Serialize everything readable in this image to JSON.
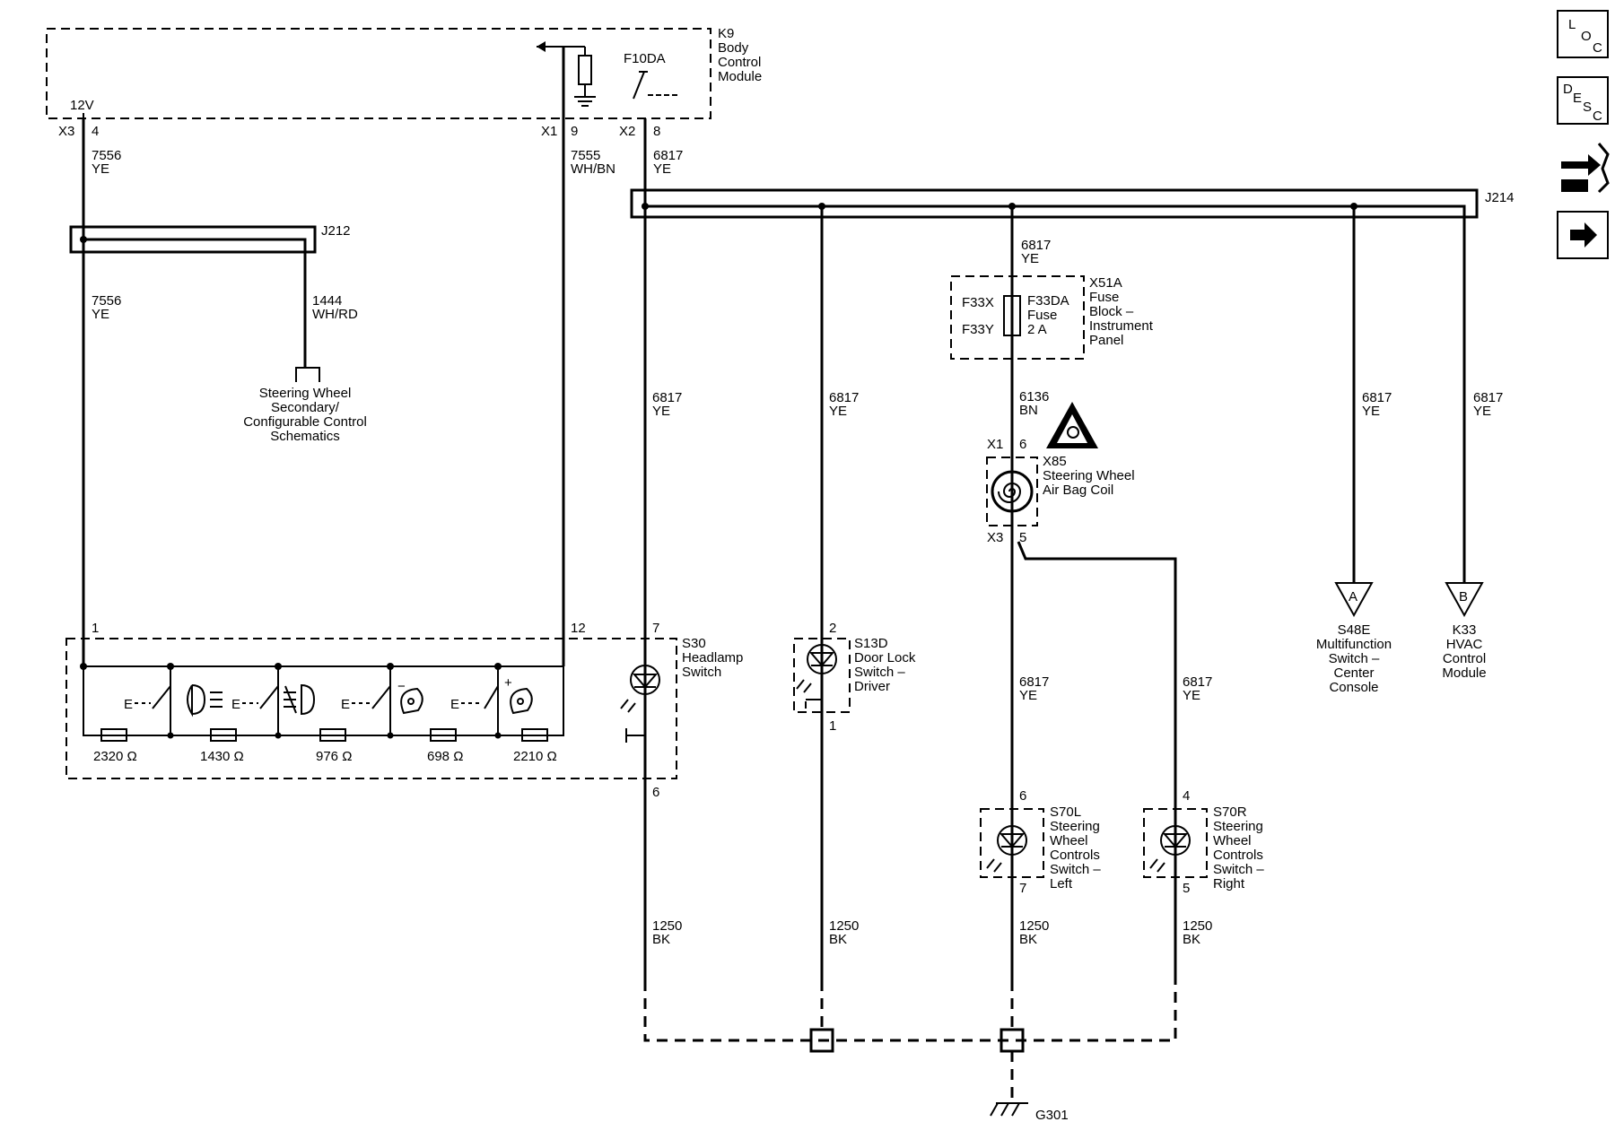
{
  "k9": {
    "ref": "K9",
    "line1": "Body",
    "line2": "Control",
    "line3": "Module",
    "v12": "12V",
    "fuse": "F10DA"
  },
  "conn": {
    "x3": "X3",
    "x1": "X1",
    "x2": "X2",
    "x1b": "X1",
    "x3b": "X3"
  },
  "pins": {
    "p4": "4",
    "p9": "9",
    "p8": "8",
    "p1": "1",
    "p12": "12",
    "p7": "7",
    "p6": "6",
    "p2": "2",
    "p1b": "1",
    "x85_6": "6",
    "x85_5": "5",
    "s70l_6": "6",
    "s70l_7": "7",
    "s70r_4": "4",
    "s70r_5": "5"
  },
  "wires": [
    {
      "num": "7556",
      "color": "YE"
    },
    {
      "num": "7555",
      "color": "WH/BN"
    },
    {
      "num": "6817",
      "color": "YE"
    },
    {
      "num": "7556",
      "color": "YE"
    },
    {
      "num": "1444",
      "color": "WH/RD"
    },
    {
      "num": "6817",
      "color": "YE"
    },
    {
      "num": "6136",
      "color": "BN"
    },
    {
      "num": "6817",
      "color": "YE"
    },
    {
      "num": "6817",
      "color": "YE"
    },
    {
      "num": "6817",
      "color": "YE"
    },
    {
      "num": "6817",
      "color": "YE"
    },
    {
      "num": "6817",
      "color": "YE"
    },
    {
      "num": "6817",
      "color": "YE"
    },
    {
      "num": "1250",
      "color": "BK"
    },
    {
      "num": "1250",
      "color": "BK"
    },
    {
      "num": "1250",
      "color": "BK"
    },
    {
      "num": "1250",
      "color": "BK"
    }
  ],
  "splices": {
    "j212": "J212",
    "j214": "J214"
  },
  "refs": {
    "swsec1": "Steering Wheel",
    "swsec2": "Secondary/",
    "swsec3": "Configurable Control",
    "swsec4": "Schematics"
  },
  "fuseblock": {
    "ref": "X51A",
    "l1": "Fuse",
    "l2": "Block –",
    "l3": "Instrument",
    "l4": "Panel",
    "f33x": "F33X",
    "f33y": "F33Y",
    "fuse": "F33DA",
    "fuse2": "Fuse",
    "amps": "2 A"
  },
  "x85": {
    "ref": "X85",
    "l1": "Steering Wheel",
    "l2": "Air Bag Coil"
  },
  "s30": {
    "ref": "S30",
    "l1": "Headlamp",
    "l2": "Switch"
  },
  "s13d": {
    "ref": "S13D",
    "l1": "Door Lock",
    "l2": "Switch –",
    "l3": "Driver"
  },
  "s70l": {
    "ref": "S70L",
    "l1": "Steering",
    "l2": "Wheel",
    "l3": "Controls",
    "l4": "Switch –",
    "l5": "Left"
  },
  "s70r": {
    "ref": "S70R",
    "l1": "Steering",
    "l2": "Wheel",
    "l3": "Controls",
    "l4": "Switch –",
    "l5": "Right"
  },
  "offpageA": {
    "letter": "A",
    "ref": "S48E",
    "l1": "Multifunction",
    "l2": "Switch –",
    "l3": "Center",
    "l4": "Console"
  },
  "offpageB": {
    "letter": "B",
    "ref": "K33",
    "l1": "HVAC",
    "l2": "Control",
    "l3": "Module"
  },
  "resistors": {
    "r1": "2320 Ω",
    "r2": "1430 Ω",
    "r3": "976 Ω",
    "r4": "698 Ω",
    "r5": "2210 Ω"
  },
  "ground": {
    "ref": "G301"
  },
  "nav": {
    "loc": {
      "top": "L",
      "mid": "O",
      "low": "C"
    },
    "desc": {
      "top": "D",
      "mid": "E",
      "m2": "S",
      "low": "C"
    }
  }
}
